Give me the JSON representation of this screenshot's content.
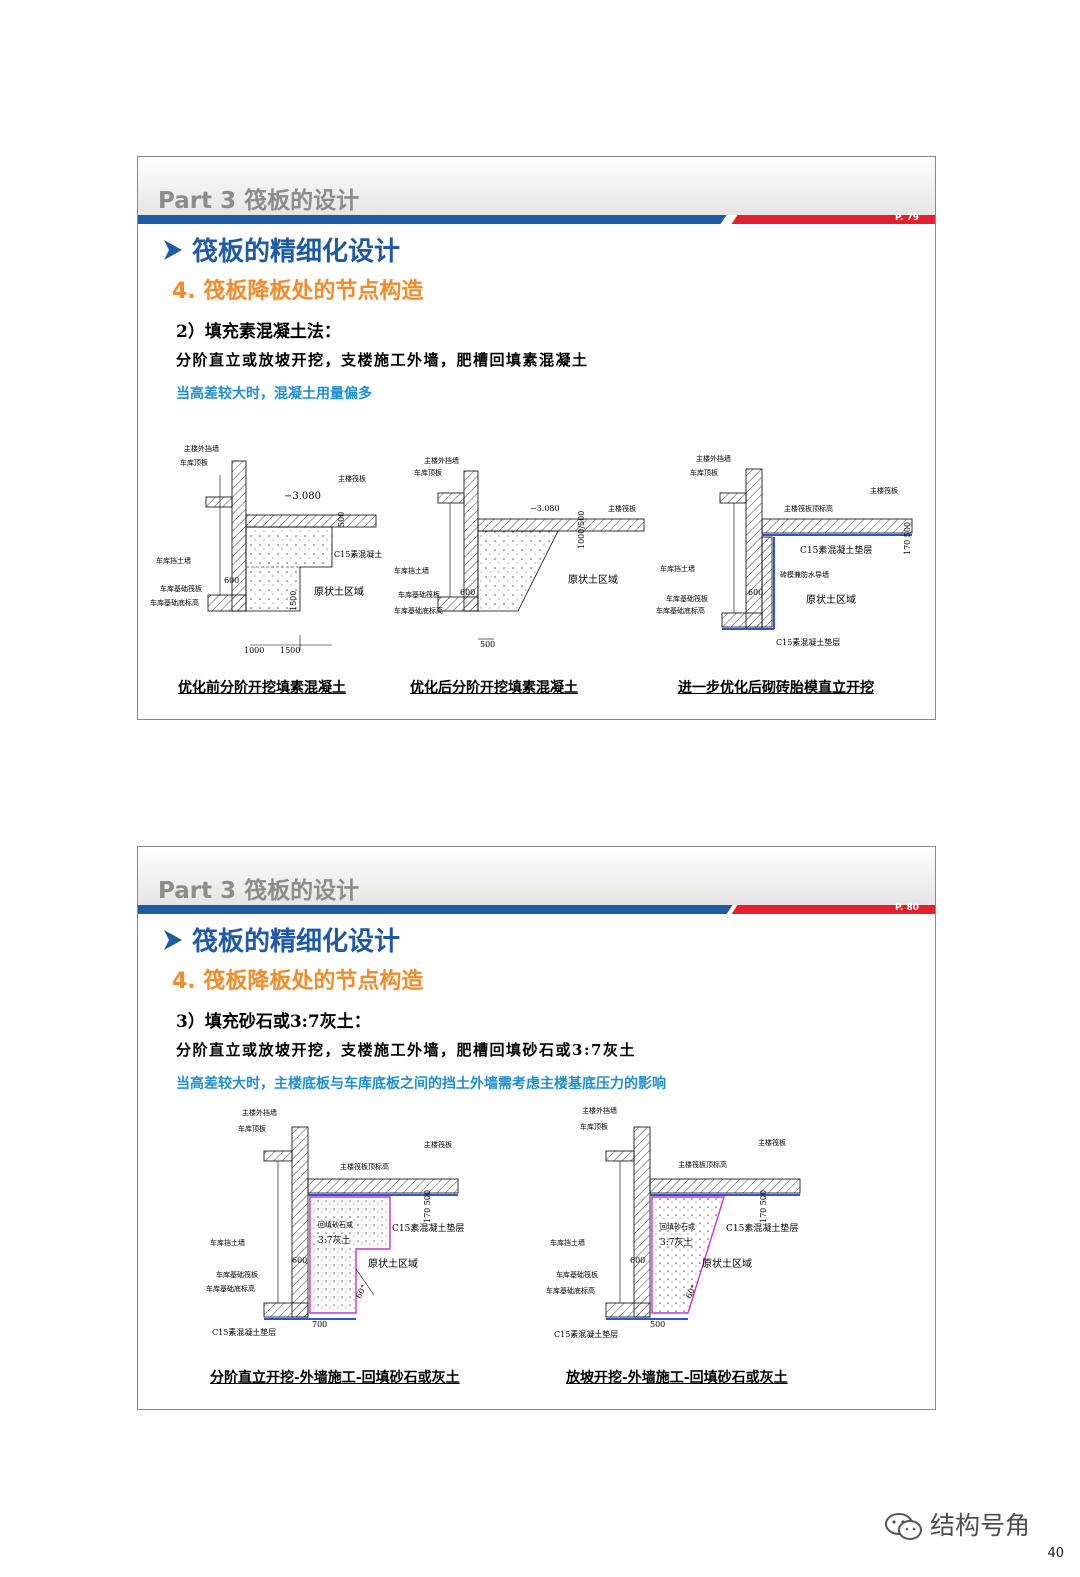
{
  "slides": [
    {
      "part_title": "Part 3 筏板的设计",
      "page_number": "P. 79",
      "heading": "筏板的精细化设计",
      "subheading": "4. 筏板降板处的节点构造",
      "method": "2）填充素混凝土法：",
      "description": "分阶直立或放坡开挖，支楼施工外墙，肥槽回填素混凝土",
      "note": "当高差较大时，混凝土用量偏多",
      "diagrams": [
        {
          "caption": "优化前分阶开挖填素混凝土",
          "labels": {
            "wall_top": "主楼外挡墙",
            "roof": "车库顶板",
            "raft": "主楼筏板",
            "elev": "−3.080",
            "dim_top": "500",
            "c15": "C15素混凝土",
            "retain": "车库挡土墙",
            "found": "车库基础筏板",
            "found_elev": "车库基础底标高",
            "dim_600": "600",
            "dim_1500v": "1500",
            "soil": "原状土区域",
            "dim_1000": "1000",
            "dim_1500h": "1500"
          }
        },
        {
          "caption": "优化后分阶开挖填素混凝土",
          "labels": {
            "wall_top": "主楼外挡墙",
            "roof": "车库顶板",
            "raft": "主楼筏板",
            "elev": "−3.080",
            "dim_top": "1000/500",
            "retain": "车库挡土墙",
            "found": "车库基础筏板",
            "found_elev": "车库基础底标高",
            "dim_600": "600",
            "soil": "原状土区域",
            "dim_500": "500"
          }
        },
        {
          "caption": "进一步优化后砌砖胎模直立开挖",
          "labels": {
            "wall_top": "主楼外挡墙",
            "roof": "车库顶板",
            "raft": "主楼筏板",
            "raft_top": "主楼筏板顶标高",
            "dim_top": "170 500",
            "c15": "C15素混凝土垫层",
            "waterproof": "砖模兼防水导墙",
            "retain": "车库挡土墙",
            "found": "车库基础筏板",
            "found_elev": "车库基础底标高",
            "dim_600": "600",
            "soil": "原状土区域",
            "c15_bottom": "C15素混凝土垫层"
          }
        }
      ]
    },
    {
      "part_title": "Part 3 筏板的设计",
      "page_number": "P. 80",
      "heading": "筏板的精细化设计",
      "subheading": "4. 筏板降板处的节点构造",
      "method": "3）填充砂石或3:7灰土：",
      "description": "分阶直立或放坡开挖，支楼施工外墙，肥槽回填砂石或3:7灰土",
      "note": "当高差较大时，主楼底板与车库底板之间的挡土外墙需考虑主楼基底压力的影响",
      "diagrams": [
        {
          "caption": "分阶直立开挖-外墙施工-回填砂石或灰土",
          "labels": {
            "wall_top": "主楼外挡墙",
            "roof": "车库顶板",
            "raft": "主楼筏板",
            "raft_top": "主楼筏板顶标高",
            "dim_top": "170 500",
            "fill": "回填砂石或",
            "fill2": "3:7灰土",
            "c15": "C15素混凝土垫层",
            "retain": "车库挡土墙",
            "found": "车库基础筏板",
            "found_elev": "车库基础底标高",
            "dim_600": "600",
            "soil": "原状土区域",
            "angle": "60°",
            "dim_700": "700",
            "c15_bottom": "C15素混凝土垫层"
          }
        },
        {
          "caption": "放坡开挖-外墙施工-回填砂石或灰土",
          "labels": {
            "wall_top": "主楼外挡墙",
            "roof": "车库顶板",
            "raft": "主楼筏板",
            "raft_top": "主楼筏板顶标高",
            "dim_top": "170 500",
            "fill": "回填砂石或",
            "fill2": "3:7灰土",
            "c15": "C15素混凝土垫层",
            "retain": "车库挡土墙",
            "found": "车库基础筏板",
            "found_elev": "车库基础底标高",
            "dim_600": "600",
            "soil": "原状土区域",
            "angle": "60°",
            "dim_500": "500",
            "c15_bottom": "C15素混凝土垫层"
          }
        }
      ]
    }
  ],
  "watermark": "结构号角",
  "page_number": "40",
  "colors": {
    "blue": "#1f5aa6",
    "orange": "#f28b2a",
    "red": "#e4202a",
    "note": "#1f8fd1",
    "grey_title": "#8c8c8c",
    "magenta": "#cc33cc"
  }
}
